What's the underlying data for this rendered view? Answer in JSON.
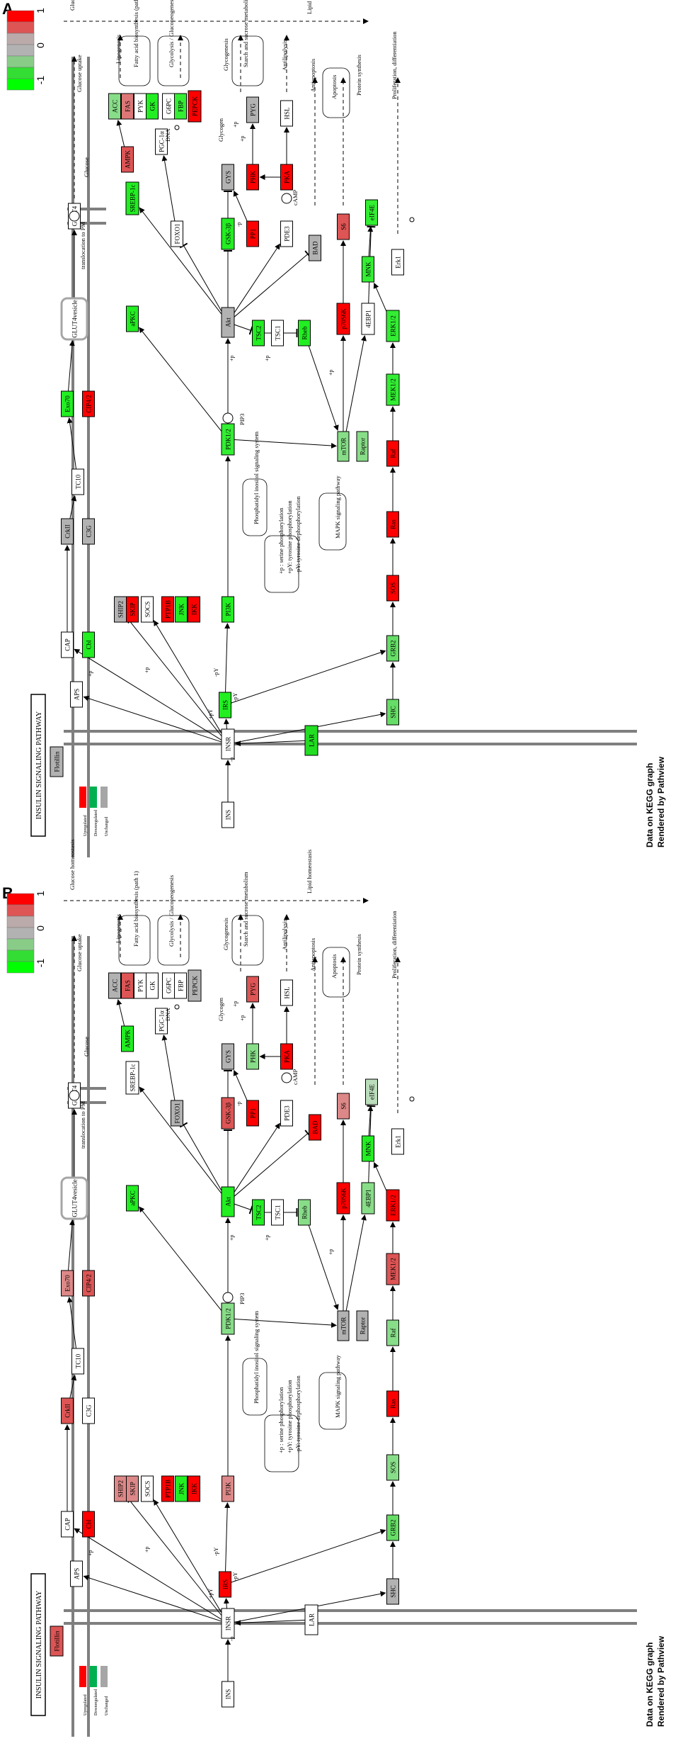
{
  "panels": [
    {
      "letter": "A",
      "title": "INSULIN SIGNALING PATHWAY",
      "footer_line1": "Data on KEGG graph",
      "footer_line2": "Rendered by Pathview",
      "colorbar": {
        "max": "1",
        "mid": "0",
        "min": "-1",
        "colors": [
          "#ff0000",
          "#dd5555",
          "#bbaaaa",
          "#b2b2b2",
          "#88cc88",
          "#33dd33",
          "#00ff00"
        ]
      },
      "legend": [
        {
          "label": "Upregulated",
          "color": "#ff0000"
        },
        {
          "label": "Downregulated",
          "color": "#00b050"
        },
        {
          "label": "Unchanged",
          "color": "#a6a6a6"
        }
      ],
      "nodes": [
        {
          "id": "ins",
          "label": "INS",
          "fill": "#ffffff"
        },
        {
          "id": "insr",
          "label": "INSR",
          "fill": "#ffffff"
        },
        {
          "id": "flotillin",
          "label": "Flotillin",
          "fill": "#b2b2b2"
        },
        {
          "id": "lar",
          "label": "LAR",
          "fill": "#22dd22"
        },
        {
          "id": "aps",
          "label": "APS",
          "fill": "#ffffff"
        },
        {
          "id": "cap",
          "label": "CAP",
          "fill": "#ffffff"
        },
        {
          "id": "cbl",
          "label": "Cbl",
          "fill": "#22ee22"
        },
        {
          "id": "irs",
          "label": "IRS",
          "fill": "#22ee22"
        },
        {
          "id": "shc",
          "label": "SHC",
          "fill": "#66dd66"
        },
        {
          "id": "grb2",
          "label": "GRB2",
          "fill": "#66dd66"
        },
        {
          "id": "ship2",
          "label": "SHIP2",
          "fill": "#b2b2b2"
        },
        {
          "id": "skip",
          "label": "SKIP",
          "fill": "#ff0000"
        },
        {
          "id": "socs",
          "label": "SOCS",
          "fill": "#ffffff"
        },
        {
          "id": "ptp1b",
          "label": "PTP1B",
          "fill": "#ff0000"
        },
        {
          "id": "jnk",
          "label": "JNK",
          "fill": "#22ee22"
        },
        {
          "id": "ikk",
          "label": "IKK",
          "fill": "#ff0000"
        },
        {
          "id": "pi3k",
          "label": "PI3K",
          "fill": "#22ee22"
        },
        {
          "id": "crkii",
          "label": "CrkII",
          "fill": "#b2b2b2"
        },
        {
          "id": "c3g",
          "label": "C3G",
          "fill": "#b2b2b2"
        },
        {
          "id": "tc10",
          "label": "TC10",
          "fill": "#ffffff"
        },
        {
          "id": "exo70",
          "label": "Exo70",
          "fill": "#22ee22"
        },
        {
          "id": "cip4",
          "label": "CIP4/2",
          "fill": "#ff0000"
        },
        {
          "id": "glut4v",
          "label": "GLUT4vesicle",
          "fill": "#ffffff"
        },
        {
          "id": "glut4",
          "label": "GLUT4",
          "fill": "#ffffff"
        },
        {
          "id": "pdk12",
          "label": "PDK1/2",
          "fill": "#33ee33"
        },
        {
          "id": "apkc",
          "label": "aPKC",
          "fill": "#22ee22"
        },
        {
          "id": "akt",
          "label": "Akt",
          "fill": "#b2b2b2"
        },
        {
          "id": "srebp",
          "label": "SREBP-1c",
          "fill": "#22ee22"
        },
        {
          "id": "foxo1",
          "label": "FOXO1",
          "fill": "#ffffff"
        },
        {
          "id": "pgc",
          "label": "PGC-1α",
          "fill": "#ffffff"
        },
        {
          "id": "gsk3b",
          "label": "GSK-3β",
          "fill": "#22ee22"
        },
        {
          "id": "pp1",
          "label": "PP1",
          "fill": "#ff0000"
        },
        {
          "id": "gys",
          "label": "GYS",
          "fill": "#b2b2b2"
        },
        {
          "id": "phk",
          "label": "PHK",
          "fill": "#ff0000"
        },
        {
          "id": "pyg",
          "label": "PYG",
          "fill": "#b2b2b2"
        },
        {
          "id": "pde3",
          "label": "PDE3",
          "fill": "#ffffff"
        },
        {
          "id": "pka",
          "label": "PKA",
          "fill": "#ff0000"
        },
        {
          "id": "hsl",
          "label": "HSL",
          "fill": "#ffffff"
        },
        {
          "id": "tsc2",
          "label": "TSC2",
          "fill": "#22ee22"
        },
        {
          "id": "tsc1",
          "label": "TSC1",
          "fill": "#ffffff"
        },
        {
          "id": "rheb",
          "label": "Rheb",
          "fill": "#22ee22"
        },
        {
          "id": "mtor",
          "label": "mTOR",
          "fill": "#88dd88"
        },
        {
          "id": "raptor",
          "label": "Raptor",
          "fill": "#88dd88"
        },
        {
          "id": "bad",
          "label": "BAD",
          "fill": "#b2b2b2"
        },
        {
          "id": "p70s6k",
          "label": "p70S6K",
          "fill": "#ff0000"
        },
        {
          "id": "s6",
          "label": "S6",
          "fill": "#dd5555"
        },
        {
          "id": "4ebp1",
          "label": "4EBP1",
          "fill": "#ffffff"
        },
        {
          "id": "eif4e",
          "label": "eIF4E",
          "fill": "#33ee33"
        },
        {
          "id": "mnk",
          "label": "MNK",
          "fill": "#33ee33"
        },
        {
          "id": "erk1",
          "label": "Erk1",
          "fill": "#ffffff"
        },
        {
          "id": "erk12",
          "label": "ERK1/2",
          "fill": "#33ee33"
        },
        {
          "id": "mek12",
          "label": "MEK1/2",
          "fill": "#33ee33"
        },
        {
          "id": "raf",
          "label": "Raf",
          "fill": "#ff0000"
        },
        {
          "id": "ras",
          "label": "Ras",
          "fill": "#ff0000"
        },
        {
          "id": "sos",
          "label": "SOS",
          "fill": "#ff0000"
        },
        {
          "id": "acc",
          "label": "ACC",
          "fill": "#88dd88"
        },
        {
          "id": "fas",
          "label": "FAS",
          "fill": "#dd7777"
        },
        {
          "id": "pyk",
          "label": "PYK",
          "fill": "#ffffff"
        },
        {
          "id": "gk",
          "label": "GK",
          "fill": "#22ee22"
        },
        {
          "id": "g6pc",
          "label": "G6PC",
          "fill": "#ffffff"
        },
        {
          "id": "fbp",
          "label": "FBP",
          "fill": "#33ee33"
        },
        {
          "id": "pepck",
          "label": "PEPCK",
          "fill": "#ff0000"
        },
        {
          "id": "ampk",
          "label": "AMPK",
          "fill": "#dd5555"
        }
      ]
    },
    {
      "letter": "B",
      "title": "INSULIN SIGNALING PATHWAY",
      "footer_line1": "Data on KEGG graph",
      "footer_line2": "Rendered by Pathview",
      "colorbar": {
        "max": "1",
        "mid": "0",
        "min": "-1",
        "colors": [
          "#ff0000",
          "#dd5555",
          "#bbaaaa",
          "#b2b2b2",
          "#88cc88",
          "#33dd33",
          "#00ff00"
        ]
      },
      "legend": [
        {
          "label": "Upregulated",
          "color": "#ff0000"
        },
        {
          "label": "Downregulated",
          "color": "#00b050"
        },
        {
          "label": "Unchanged",
          "color": "#a6a6a6"
        }
      ],
      "nodes": [
        {
          "id": "ins",
          "label": "INS",
          "fill": "#ffffff"
        },
        {
          "id": "insr",
          "label": "INSR",
          "fill": "#ffffff"
        },
        {
          "id": "flotillin",
          "label": "Flotillin",
          "fill": "#dd5555"
        },
        {
          "id": "lar",
          "label": "LAR",
          "fill": "#ffffff"
        },
        {
          "id": "aps",
          "label": "APS",
          "fill": "#ffffff"
        },
        {
          "id": "cap",
          "label": "CAP",
          "fill": "#ffffff"
        },
        {
          "id": "cbl",
          "label": "Cbl",
          "fill": "#ff0000"
        },
        {
          "id": "irs",
          "label": "IRS",
          "fill": "#ff0000"
        },
        {
          "id": "shc",
          "label": "SHC",
          "fill": "#b2b2b2"
        },
        {
          "id": "grb2",
          "label": "GRB2",
          "fill": "#66dd66"
        },
        {
          "id": "ship2",
          "label": "SHIP2",
          "fill": "#dd8888"
        },
        {
          "id": "skip",
          "label": "SKIP",
          "fill": "#dd8888"
        },
        {
          "id": "socs",
          "label": "SOCS",
          "fill": "#ffffff"
        },
        {
          "id": "ptp1b",
          "label": "PTP1B",
          "fill": "#ff0000"
        },
        {
          "id": "jnk",
          "label": "JNK",
          "fill": "#22ee22"
        },
        {
          "id": "ikk",
          "label": "IKK",
          "fill": "#ff0000"
        },
        {
          "id": "pi3k",
          "label": "PI3K",
          "fill": "#dd8888"
        },
        {
          "id": "crkii",
          "label": "CrkII",
          "fill": "#dd5555"
        },
        {
          "id": "c3g",
          "label": "C3G",
          "fill": "#ffffff"
        },
        {
          "id": "tc10",
          "label": "TC10",
          "fill": "#ffffff"
        },
        {
          "id": "exo70",
          "label": "Exo70",
          "fill": "#dd8888"
        },
        {
          "id": "cip4",
          "label": "CIP4/2",
          "fill": "#dd5555"
        },
        {
          "id": "glut4v",
          "label": "GLUT4vesicle",
          "fill": "#ffffff"
        },
        {
          "id": "glut4",
          "label": "GLUT4",
          "fill": "#ffffff"
        },
        {
          "id": "pdk12",
          "label": "PDK1/2",
          "fill": "#88dd88"
        },
        {
          "id": "apkc",
          "label": "aPKC",
          "fill": "#22ee22"
        },
        {
          "id": "akt",
          "label": "Akt",
          "fill": "#22ee22"
        },
        {
          "id": "srebp",
          "label": "SREBP-1c",
          "fill": "#ffffff"
        },
        {
          "id": "foxo1",
          "label": "FOXO1",
          "fill": "#b2b2b2"
        },
        {
          "id": "pgc",
          "label": "PGC-1α",
          "fill": "#ffffff"
        },
        {
          "id": "gsk3b",
          "label": "GSK-3β",
          "fill": "#dd5555"
        },
        {
          "id": "pp1",
          "label": "PP1",
          "fill": "#ff0000"
        },
        {
          "id": "gys",
          "label": "GYS",
          "fill": "#b2b2b2"
        },
        {
          "id": "phk",
          "label": "PHK",
          "fill": "#88dd88"
        },
        {
          "id": "pyg",
          "label": "PYG",
          "fill": "#dd5555"
        },
        {
          "id": "pde3",
          "label": "PDE3",
          "fill": "#ffffff"
        },
        {
          "id": "pka",
          "label": "PKA",
          "fill": "#ff0000"
        },
        {
          "id": "hsl",
          "label": "HSL",
          "fill": "#ffffff"
        },
        {
          "id": "tsc2",
          "label": "TSC2",
          "fill": "#22ee22"
        },
        {
          "id": "tsc1",
          "label": "TSC1",
          "fill": "#ffffff"
        },
        {
          "id": "rheb",
          "label": "Rheb",
          "fill": "#88dd88"
        },
        {
          "id": "mtor",
          "label": "mTOR",
          "fill": "#b2b2b2"
        },
        {
          "id": "raptor",
          "label": "Raptor",
          "fill": "#b2b2b2"
        },
        {
          "id": "bad",
          "label": "BAD",
          "fill": "#ff0000"
        },
        {
          "id": "p70s6k",
          "label": "p70S6K",
          "fill": "#ff0000"
        },
        {
          "id": "s6",
          "label": "S6",
          "fill": "#dd8888"
        },
        {
          "id": "4ebp1",
          "label": "4EBP1",
          "fill": "#88dd88"
        },
        {
          "id": "eif4e",
          "label": "eIF4E",
          "fill": "#bbddbb"
        },
        {
          "id": "mnk",
          "label": "MNK",
          "fill": "#22ee22"
        },
        {
          "id": "erk1",
          "label": "Erk1",
          "fill": "#ffffff"
        },
        {
          "id": "erk12",
          "label": "ERK1/2",
          "fill": "#ff0000"
        },
        {
          "id": "mek12",
          "label": "MEK1/2",
          "fill": "#dd5555"
        },
        {
          "id": "raf",
          "label": "Raf",
          "fill": "#88dd88"
        },
        {
          "id": "ras",
          "label": "Ras",
          "fill": "#ff0000"
        },
        {
          "id": "sos",
          "label": "SOS",
          "fill": "#88dd88"
        },
        {
          "id": "acc",
          "label": "ACC",
          "fill": "#b2b2b2"
        },
        {
          "id": "fas",
          "label": "FAS",
          "fill": "#dd5555"
        },
        {
          "id": "pyk",
          "label": "PYK",
          "fill": "#ffffff"
        },
        {
          "id": "gk",
          "label": "GK",
          "fill": "#ffffff"
        },
        {
          "id": "g6pc",
          "label": "G6PC",
          "fill": "#ffffff"
        },
        {
          "id": "fbp",
          "label": "FBP",
          "fill": "#ffffff"
        },
        {
          "id": "pepck",
          "label": "PEPCK",
          "fill": "#b2b2b2"
        },
        {
          "id": "ampk",
          "label": "AMPK",
          "fill": "#22ee22"
        }
      ]
    }
  ],
  "labels": {
    "glucose_homeostasis": "Glucose homeostasis",
    "glucose_uptake": "Glucose uptake",
    "glucose": "Glucose",
    "translocation": "translocation to PM",
    "lipogenesis": "Lipogenesis",
    "fatty_acid": "Fatty acid biosynthesis (path 1)",
    "glycolysis": "Glycolysis / Gluconeogenesis",
    "glycogenesis": "Glycogenesis",
    "glycogen": "Glycogen",
    "starch": "Starch and sucrose metabolism",
    "antilipolysis": "Antilipolysis",
    "lipid_homeostasis": "Lipid homeostasis",
    "antiapoptosis": "Antiapoptosis",
    "apoptosis": "Apoptosis",
    "protein_synthesis": "Protein synthesis",
    "proliferation": "Proliferation, differentiation",
    "dna": "DNA",
    "camp": "cAMP",
    "pip3": "PIP3",
    "phosphatidyl": "Phosphatidyl inositol signaling system",
    "mapk": "MAPK signaling pathway",
    "legend_p": "+p : serine phosphorylation",
    "legend_py": "+pY: tyrosine phosphorylation",
    "legend_mpy": "-pY: tyrosine dephosphorylation",
    "plus_p": "+p",
    "minus_p": "-p",
    "plus_py": "+pY",
    "minus_py": "-pY"
  }
}
